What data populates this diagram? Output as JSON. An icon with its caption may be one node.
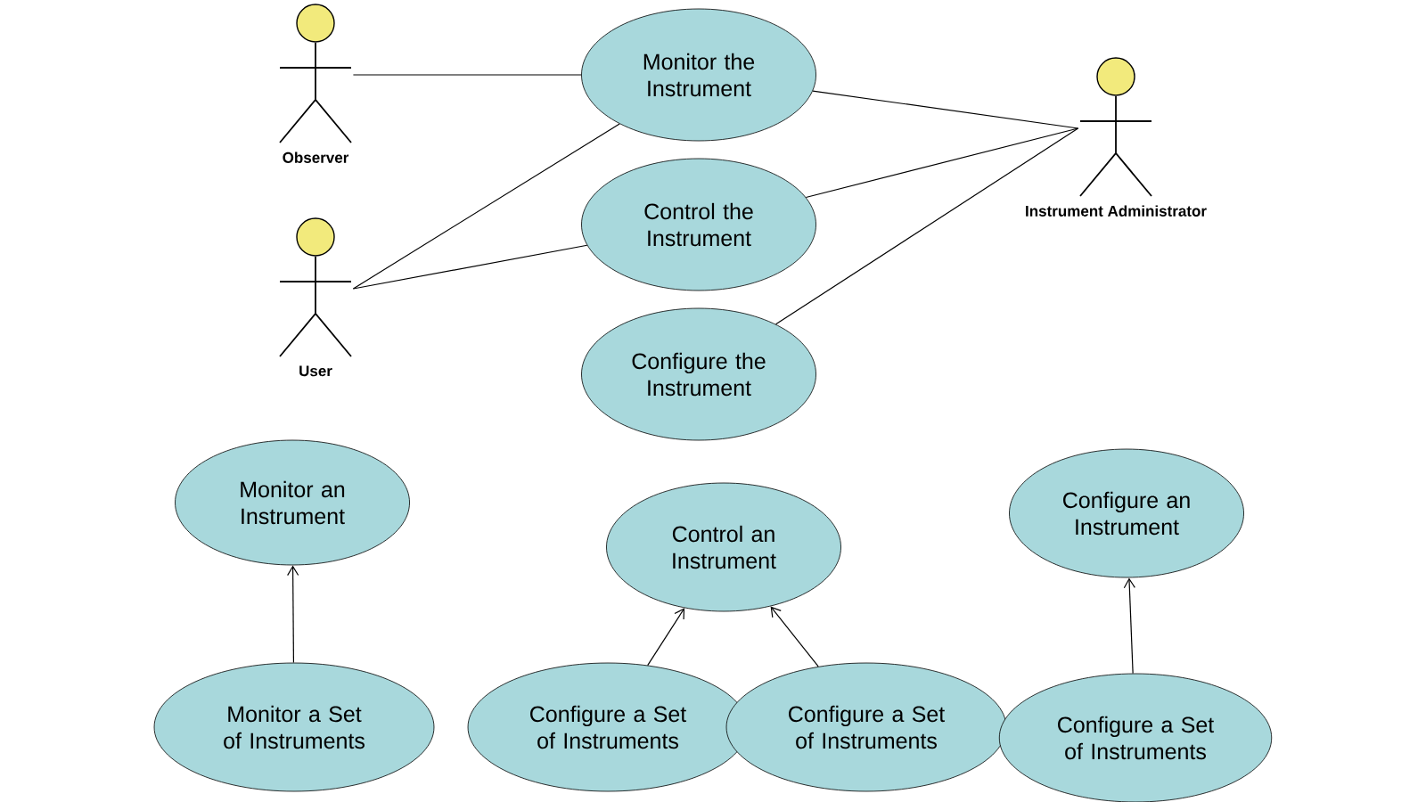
{
  "diagram": {
    "nodes": [
      {
        "text": [
          "Observer"
        ]
      },
      {
        "text": [
          "Monitor the Instrument"
        ]
      },
      {
        "text": [
          "Instrument Administrator"
        ]
      },
      {
        "text": [
          "User"
        ]
      },
      {
        "text": [
          "Control the Instrument"
        ]
      },
      {
        "text": [
          "Configure the Instrument"
        ]
      },
      {
        "text": [
          "Monitor an Instrument"
        ]
      },
      {
        "text": [
          "Control an Instrument"
        ]
      },
      {
        "text": [
          "Configure an Instrument"
        ]
      },
      {
        "text": [
          "Monitor a Set of Instruments"
        ]
      },
      {
        "text": [
          "Configure a Set of Instruments"
        ]
      },
      {
        "text": [
          "Configure a Set of Instruments"
        ]
      },
      {
        "text": [
          "Configure a Set of Instruments"
        ]
      }
    ],
    "edges": [
      {
        "from": 0,
        "to": 1,
        "arrow": "none"
      },
      {
        "from": 3,
        "to": 1,
        "arrow": "none"
      },
      {
        "from": 3,
        "to": 4,
        "arrow": "none"
      },
      {
        "from": 2,
        "to": 1,
        "arrow": "none"
      },
      {
        "from": 2,
        "to": 4,
        "arrow": "none"
      },
      {
        "from": 2,
        "to": 5,
        "arrow": "none"
      },
      {
        "from": 9,
        "to": 6,
        "arrow": "to"
      },
      {
        "from": 10,
        "to": 7,
        "arrow": "to"
      },
      {
        "from": 11,
        "to": 7,
        "arrow": "to"
      },
      {
        "from": 12,
        "to": 8,
        "arrow": "to"
      }
    ]
  }
}
